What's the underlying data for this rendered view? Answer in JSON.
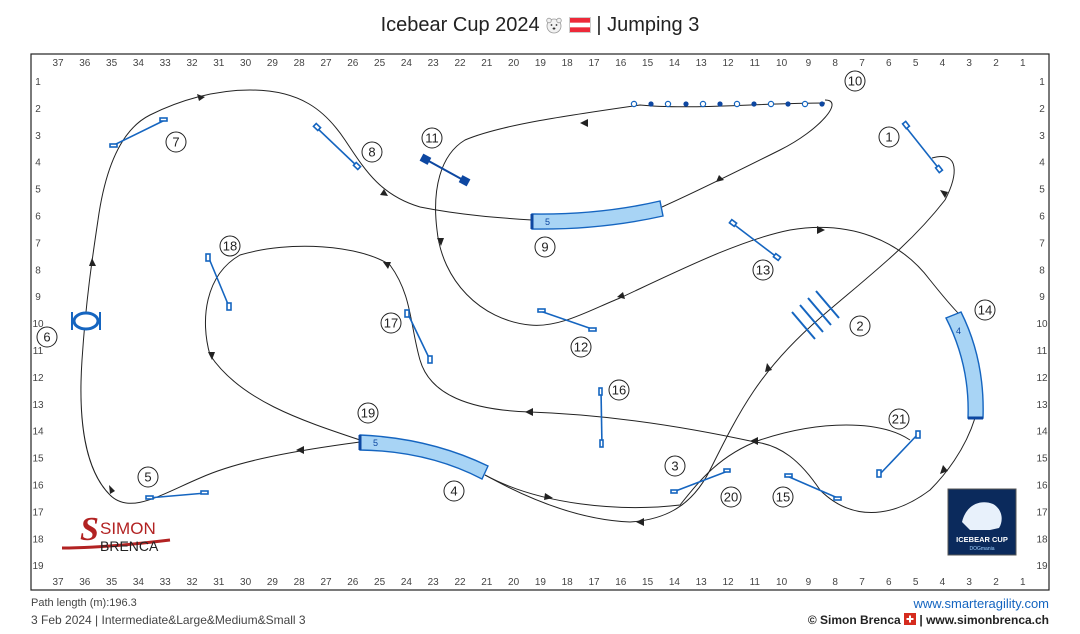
{
  "header": {
    "title_pre": "Icebear Cup 2024",
    "bear_icon": "polar-bear-icon",
    "flag_icon": "austria-flag-icon",
    "title_post": "| Jumping 3"
  },
  "grid": {
    "columns": [
      "37",
      "36",
      "35",
      "34",
      "33",
      "32",
      "31",
      "30",
      "29",
      "28",
      "27",
      "26",
      "25",
      "24",
      "23",
      "22",
      "21",
      "20",
      "19",
      "18",
      "17",
      "16",
      "15",
      "14",
      "13",
      "12",
      "11",
      "10",
      "9",
      "8",
      "7",
      "6",
      "5",
      "4",
      "3",
      "2",
      "1"
    ],
    "rows": [
      "1",
      "2",
      "3",
      "4",
      "5",
      "6",
      "7",
      "8",
      "9",
      "10",
      "11",
      "12",
      "13",
      "14",
      "15",
      "16",
      "17",
      "18",
      "19"
    ]
  },
  "numbers": [
    {
      "n": "1",
      "c": "1"
    },
    {
      "n": "2",
      "c": "2"
    },
    {
      "n": "3",
      "c": "3"
    },
    {
      "n": "4",
      "c": "4"
    },
    {
      "n": "5",
      "c": "5"
    },
    {
      "n": "6",
      "c": "6"
    },
    {
      "n": "7",
      "c": "7"
    },
    {
      "n": "8",
      "c": "8"
    },
    {
      "n": "9",
      "c": "9"
    },
    {
      "n": "10",
      "c": "10"
    },
    {
      "n": "11",
      "c": "11"
    },
    {
      "n": "12",
      "c": "12"
    },
    {
      "n": "13",
      "c": "13"
    },
    {
      "n": "14",
      "c": "14"
    },
    {
      "n": "15",
      "c": "15"
    },
    {
      "n": "16",
      "c": "16"
    },
    {
      "n": "17",
      "c": "17"
    },
    {
      "n": "18",
      "c": "18"
    },
    {
      "n": "19",
      "c": "19"
    },
    {
      "n": "20",
      "c": "20"
    },
    {
      "n": "21",
      "c": "21"
    }
  ],
  "tunnels": [
    {
      "name": "tunnel-9",
      "label": "5"
    },
    {
      "name": "tunnel-4-19",
      "label": "5"
    },
    {
      "name": "tunnel-14",
      "label": "4"
    }
  ],
  "logos": {
    "judge_line1": "SIMON",
    "judge_line2": "BRENCA",
    "event_line1": "ICEBEAR CUP",
    "event_line2": "DOGmania"
  },
  "footer": {
    "path_length": "Path length (m):196.3",
    "date_class": "3 Feb 2024 | Intermediate&Large&Medium&Small 3",
    "website": "www.smarteragility.com",
    "copyright": "© Simon Brenca",
    "swiss_flag_icon": "swiss-flag-icon",
    "author_site": "| www.simonbrenca.ch"
  },
  "colors": {
    "obstacle": "#1565c0",
    "tunnel_fill": "#a8d4f5",
    "path": "#222222",
    "logo_red": "#b22222",
    "website": "#1565c0"
  }
}
